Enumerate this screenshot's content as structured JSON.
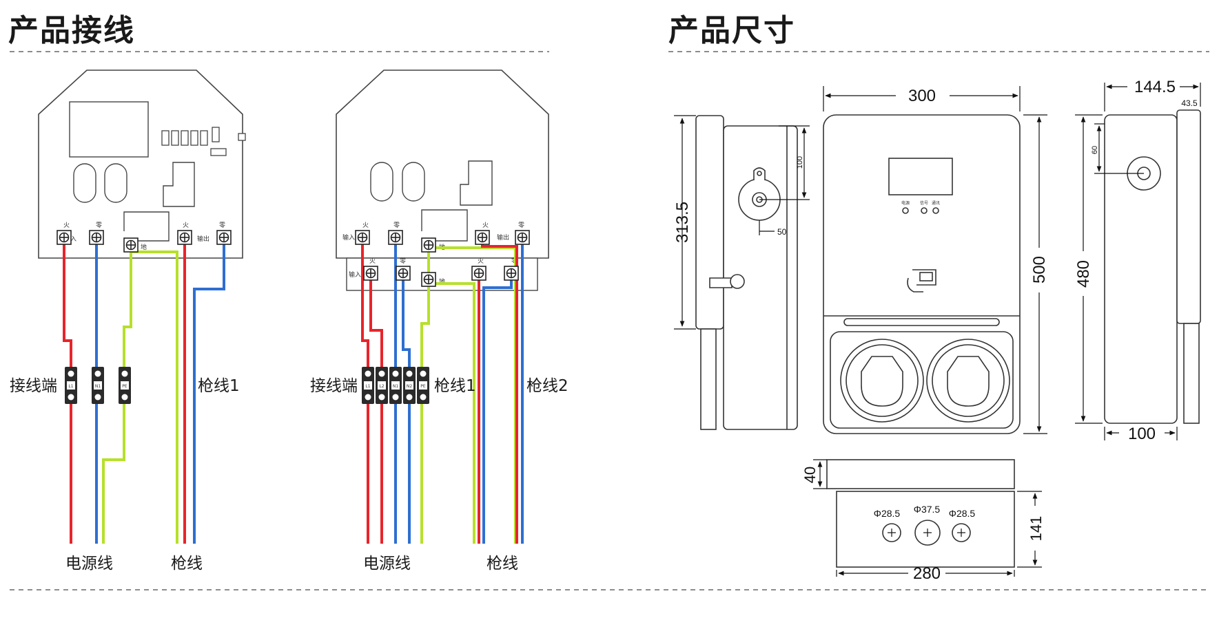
{
  "sections": {
    "wiring_title": "产品接线",
    "dimensions_title": "产品尺寸"
  },
  "board_labels": {
    "fire": "火",
    "zero": "零",
    "ground": "地",
    "input": "输入",
    "output": "输出"
  },
  "terminal_codes": {
    "l1": "L1",
    "n1": "N1",
    "pe": "PE",
    "l2": "L2",
    "n2": "N2"
  },
  "diagram1": {
    "terminal_label": "接线端",
    "gun_wire_label": "枪线1",
    "power_label": "电源线",
    "gun_label": "枪线"
  },
  "diagram2": {
    "terminal_label": "接线端",
    "gun_wire1_label": "枪线1",
    "gun_wire2_label": "枪线2",
    "power_label": "电源线",
    "gun_label": "枪线"
  },
  "dimensions": {
    "side_height": "313.5",
    "hole_offset": "100",
    "lock_width": "50",
    "front_width": "300",
    "front_height": "500",
    "depth_total": "144.5",
    "depth_top": "43.5",
    "depth_hole": "60",
    "depth_height": "480",
    "depth_bottom": "100",
    "cover_height": "40",
    "bottom_height": "141",
    "bottom_width": "280",
    "hole1": "Φ28.5",
    "hole2": "Φ37.5",
    "hole3": "Φ28.5"
  },
  "indicators": {
    "power": "电源",
    "signal": "信号",
    "comm": "通讯"
  },
  "colors": {
    "red_wire": "#e8242b",
    "blue_wire": "#2e6fd1",
    "yellow_green_wire": "#b7e02a",
    "line": "#333333"
  }
}
